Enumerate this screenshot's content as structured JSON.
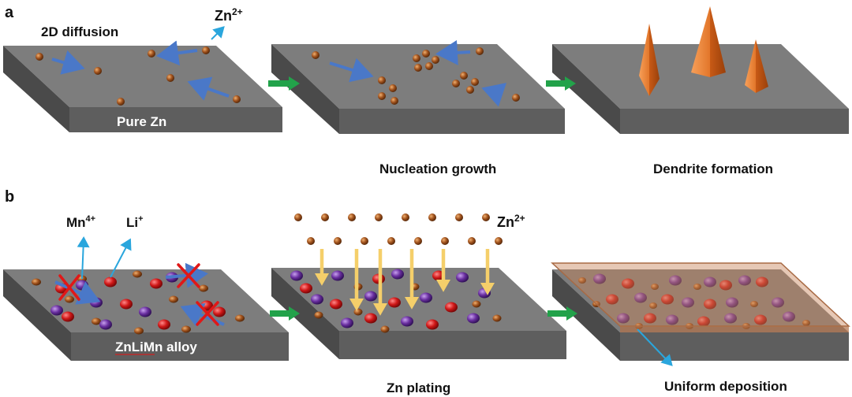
{
  "panel_a": {
    "letter": "a",
    "diffusion_label": "2D diffusion",
    "ion_label": "Zn",
    "ion_charge": "2+",
    "substrate_label": "Pure Zn",
    "step2_caption": "Nucleation growth",
    "step3_caption": "Dendrite formation"
  },
  "panel_b": {
    "letter": "b",
    "mn_label": "Mn",
    "mn_charge": "4+",
    "li_label": "Li",
    "li_charge": "+",
    "substrate_label": "ZnLiMn alloy",
    "ion_label": "Zn",
    "ion_charge": "2+",
    "step2_caption": "Zn plating",
    "step3_caption": "Uniform deposition"
  },
  "colors": {
    "slab_top": "#7d7d7d",
    "slab_front": "#5e5e5e",
    "slab_side": "#4a4a4a",
    "zn_particle": "#a0521d",
    "li_particle": "#d01818",
    "mn_particle": "#6a2fa0",
    "diffusion_arrow": "#4a78c8",
    "transition_arrow": "#22a24a",
    "plating_arrow": "#f5cf6a",
    "dendrite": "#e2762a",
    "deposit_layer": "#c8855a",
    "blocked_cross": "#e01818",
    "pointer_line": "#2aa6dd"
  },
  "icons": {
    "transition": "right-arrow-icon",
    "blocked": "cross-icon",
    "plating": "down-arrow-icon"
  }
}
